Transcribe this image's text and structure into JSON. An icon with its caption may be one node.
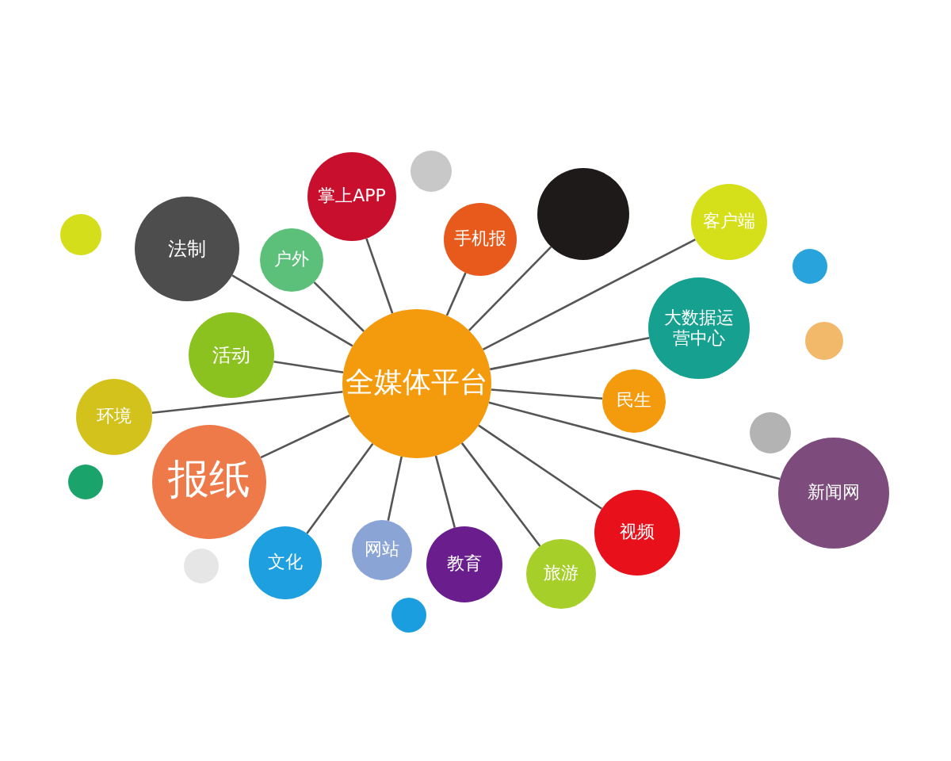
{
  "diagram": {
    "nodes": [
      {
        "text": [
          "全媒体平台"
        ]
      },
      {
        "text": [
          "掌上APP"
        ]
      },
      {
        "text": [
          "法制"
        ]
      },
      {
        "text": [
          "户外"
        ]
      },
      {
        "text": [
          "手机报"
        ]
      },
      {
        "text": [],
        "shape": "circle"
      },
      {
        "text": [
          "客户端"
        ]
      },
      {
        "text": [
          "活动"
        ]
      },
      {
        "text": [
          "大数据运营中心"
        ]
      },
      {
        "text": [
          "环境"
        ]
      },
      {
        "text": [
          "民生"
        ]
      },
      {
        "text": [
          "报纸"
        ]
      },
      {
        "text": [
          "新闻网"
        ]
      },
      {
        "text": [
          "视频"
        ]
      },
      {
        "text": [
          "文化"
        ]
      },
      {
        "text": [
          "网站"
        ]
      },
      {
        "text": [
          "教育"
        ]
      },
      {
        "text": [
          "旅游"
        ]
      },
      {
        "text": [],
        "shape": "circle"
      },
      {
        "text": [],
        "shape": "circle"
      },
      {
        "text": [],
        "shape": "circle"
      },
      {
        "text": [],
        "shape": "circle"
      },
      {
        "text": [],
        "shape": "circle"
      },
      {
        "text": [],
        "shape": "circle"
      },
      {
        "text": [],
        "shape": "circle"
      },
      {
        "text": [],
        "shape": "circle"
      }
    ],
    "edges": [
      {
        "from": 0,
        "to": 1,
        "arrow": "none"
      },
      {
        "from": 0,
        "to": 2,
        "arrow": "none"
      },
      {
        "from": 0,
        "to": 3,
        "arrow": "none"
      },
      {
        "from": 0,
        "to": 4,
        "arrow": "none"
      },
      {
        "from": 0,
        "to": 5,
        "arrow": "none"
      },
      {
        "from": 0,
        "to": 6,
        "arrow": "none"
      },
      {
        "from": 0,
        "to": 7,
        "arrow": "none"
      },
      {
        "from": 0,
        "to": 8,
        "arrow": "none"
      },
      {
        "from": 0,
        "to": 9,
        "arrow": "none"
      },
      {
        "from": 0,
        "to": 10,
        "arrow": "none"
      },
      {
        "from": 0,
        "to": 11,
        "arrow": "none"
      },
      {
        "from": 0,
        "to": 12,
        "arrow": "none"
      },
      {
        "from": 0,
        "to": 13,
        "arrow": "none"
      },
      {
        "from": 0,
        "to": 14,
        "arrow": "none"
      },
      {
        "from": 0,
        "to": 15,
        "arrow": "none"
      },
      {
        "from": 0,
        "to": 16,
        "arrow": "none"
      },
      {
        "from": 0,
        "to": 17,
        "arrow": "none"
      }
    ]
  }
}
